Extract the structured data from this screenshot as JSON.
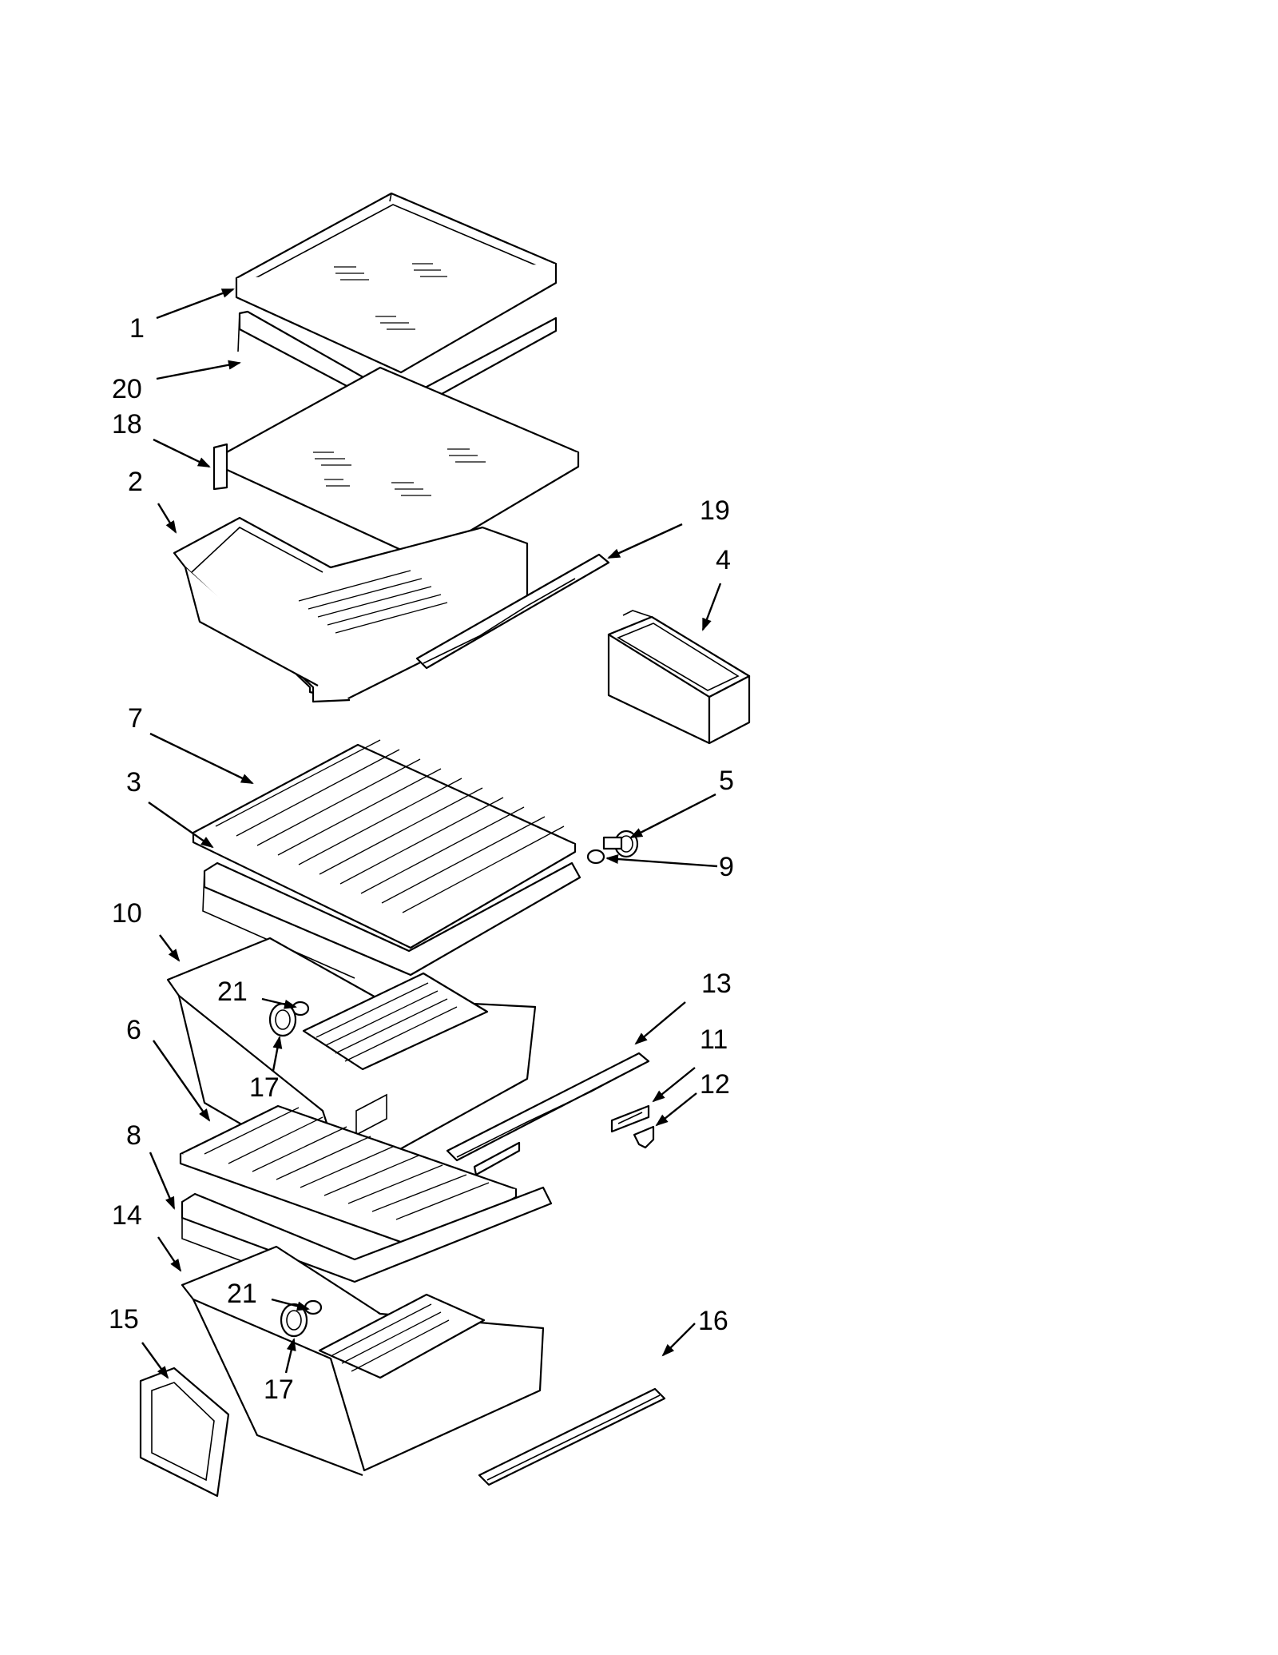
{
  "callouts": [
    {
      "id": "c1",
      "text": "1"
    },
    {
      "id": "c20",
      "text": "20"
    },
    {
      "id": "c18",
      "text": "18"
    },
    {
      "id": "c2",
      "text": "2"
    },
    {
      "id": "c19",
      "text": "19"
    },
    {
      "id": "c4",
      "text": "4"
    },
    {
      "id": "c7",
      "text": "7"
    },
    {
      "id": "c5",
      "text": "5"
    },
    {
      "id": "c3",
      "text": "3"
    },
    {
      "id": "c9",
      "text": "9"
    },
    {
      "id": "c10",
      "text": "10"
    },
    {
      "id": "c21a",
      "text": "21"
    },
    {
      "id": "c13",
      "text": "13"
    },
    {
      "id": "c6",
      "text": "6"
    },
    {
      "id": "c11",
      "text": "11"
    },
    {
      "id": "c12",
      "text": "12"
    },
    {
      "id": "c17a",
      "text": "17"
    },
    {
      "id": "c8",
      "text": "8"
    },
    {
      "id": "c14",
      "text": "14"
    },
    {
      "id": "c21b",
      "text": "21"
    },
    {
      "id": "c15",
      "text": "15"
    },
    {
      "id": "c16",
      "text": "16"
    },
    {
      "id": "c17b",
      "text": "17"
    }
  ]
}
